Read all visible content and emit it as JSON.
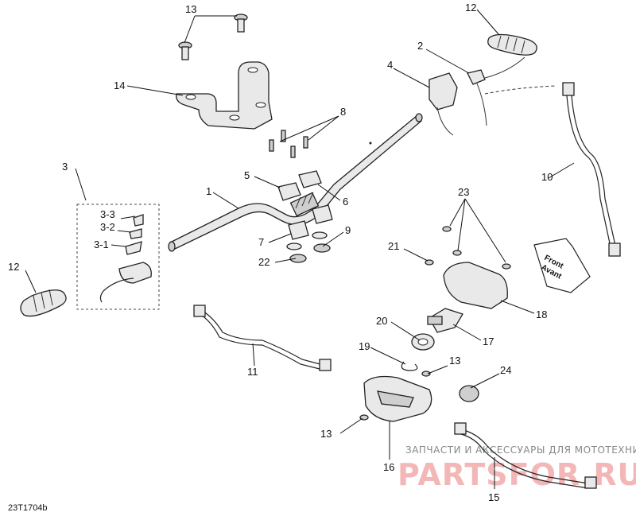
{
  "diagram": {
    "callouts": [
      "1",
      "2",
      "3",
      "3-1",
      "3-2",
      "3-3",
      "4",
      "5",
      "6",
      "7",
      "8",
      "9",
      "10",
      "11",
      "12",
      "12",
      "13",
      "13",
      "13",
      "14",
      "15",
      "16",
      "17",
      "18",
      "19",
      "20",
      "21",
      "22",
      "23",
      "24"
    ],
    "front_label_1": "Front",
    "front_label_2": "Avant",
    "reference": "23T1704b",
    "watermark_text": "ЗАПЧАСТИ И АКСЕССУАРЫ ДЛЯ МОТОТЕХНИКИ",
    "watermark_logo": "PARTSFOR.RU"
  }
}
